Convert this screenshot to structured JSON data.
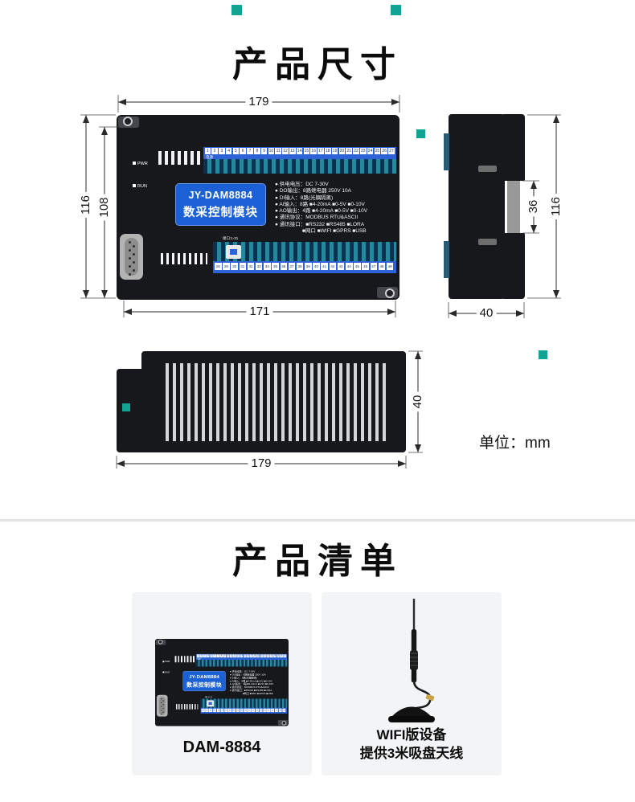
{
  "colors": {
    "accent_teal": "#12a492",
    "brand_blue": "#2d62d8",
    "device_black": "#17181c"
  },
  "sections": {
    "dimensions": {
      "title": "产品尺寸",
      "unit": "单位：mm",
      "front": {
        "width_top": "179",
        "height_outer": "116",
        "height_inner": "108",
        "width_bottom": "171"
      },
      "side": {
        "rail_gap": "36",
        "height": "116",
        "depth": "40"
      },
      "bottom": {
        "depth": "40",
        "width": "179"
      }
    },
    "checklist": {
      "title": "产品清单",
      "items": [
        {
          "label": "DAM-8884"
        },
        {
          "label_line1": "WIFI版设备",
          "label_line2": "提供3米吸盘天线"
        }
      ]
    }
  },
  "device": {
    "model": "JY-DAM8884",
    "product_name": "数采控制模块",
    "led_pwr": "PWR",
    "led_run": "RUN",
    "power_group_label": "电源",
    "port_label": "接口:1-31",
    "specs": [
      "● 供电电压：DC 7-30V",
      "● DO输出：8路继电器 250V 10A",
      "● DI输入：8路(光耦隔离)",
      "● AI输入：8路 ■4-20mA ■0-5V ■0-10V",
      "● AO输出：4路 ■4-20mA ■0-5V ■0-10V",
      "● 通讯协议：MODBUS RTU&ASCII",
      "● 通讯接口：■RS232 ■RS485 ■LORA",
      "■网口 ■WIFI ■GPRS ■USB"
    ],
    "top_terminals": [
      "1",
      "2",
      "3",
      "4",
      "5",
      "6",
      "7",
      "8",
      "9",
      "10",
      "11",
      "12",
      "13",
      "14",
      "15",
      "16",
      "17",
      "18",
      "19",
      "20",
      "21",
      "22",
      "23",
      "24",
      "25",
      "26",
      "27"
    ],
    "bottom_terminals": [
      "28",
      "29",
      "30",
      "31",
      "32",
      "33",
      "34",
      "35",
      "36",
      "37",
      "38",
      "39",
      "40",
      "41",
      "42",
      "43",
      "44",
      "45",
      "46",
      "47",
      "48",
      "49"
    ]
  }
}
